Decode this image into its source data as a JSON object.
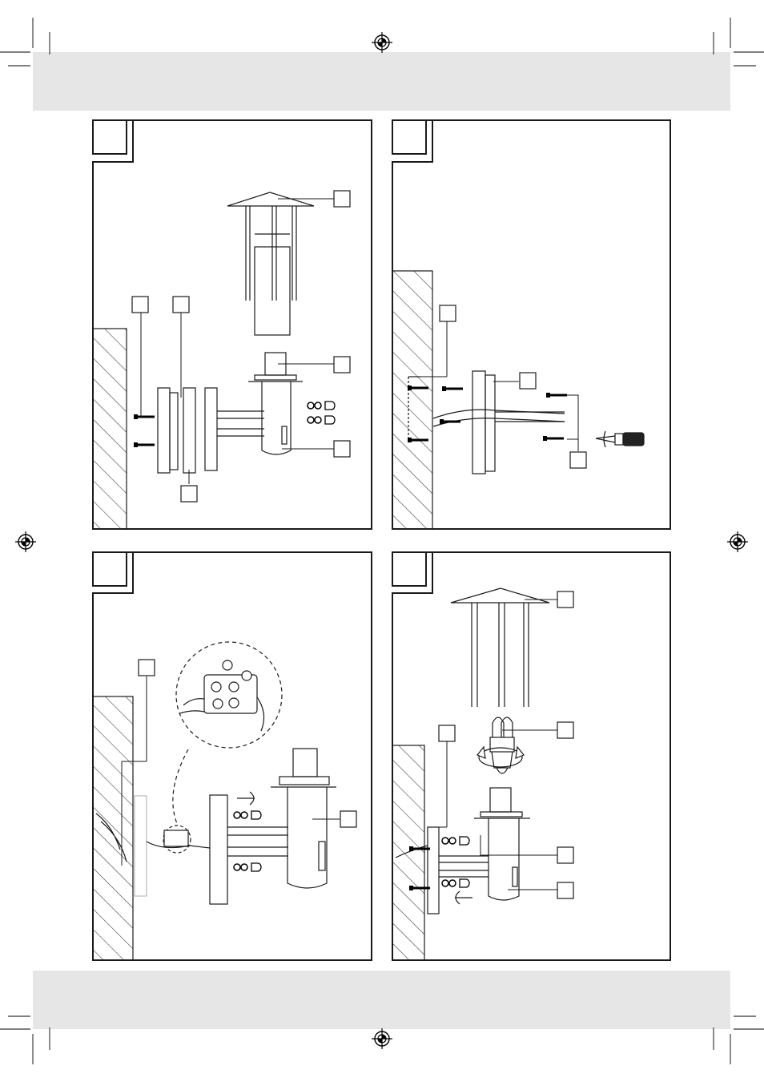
{
  "page": {
    "type": "assembly-instructions",
    "line_color": "#1a1a1a",
    "band_color": "#e6e6e6"
  },
  "panels": [
    {
      "id": "panel-1",
      "number": "",
      "callouts": [
        "",
        "",
        "",
        "",
        "",
        ""
      ]
    },
    {
      "id": "panel-2",
      "number": "",
      "callouts": [
        "",
        "",
        ""
      ]
    },
    {
      "id": "panel-3",
      "number": "",
      "callouts": [
        "",
        ""
      ]
    },
    {
      "id": "panel-4",
      "number": "",
      "callouts": [
        "",
        "",
        "",
        "",
        ""
      ]
    }
  ],
  "icons": {
    "registration": "registration-mark-icon",
    "crop": "crop-mark-icon",
    "screwdriver": "screwdriver-icon",
    "rotate": "rotate-arrow-icon",
    "bulb": "bulb-icon"
  }
}
